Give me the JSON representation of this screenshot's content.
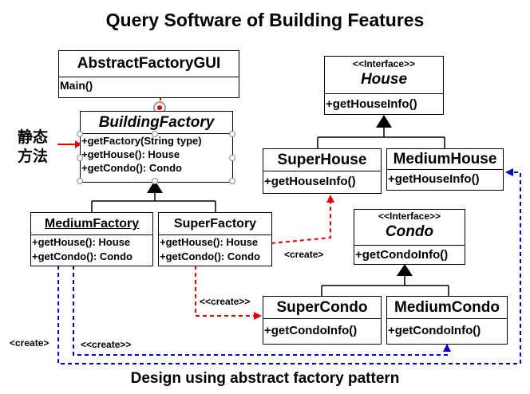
{
  "title": "Query Software of Building Features",
  "caption": "Design using abstract factory pattern",
  "side_note": "静态\n方法",
  "classes": {
    "gui": {
      "name": "AbstractFactoryGUI",
      "methods": [
        "Main()"
      ]
    },
    "building_factory": {
      "name": "BuildingFactory",
      "methods": [
        "+getFactory(String type)",
        "+getHouse(): House",
        "+getCondo(): Condo"
      ]
    },
    "medium_factory": {
      "name": "MediumFactory",
      "methods": [
        "+getHouse(): House",
        "+getCondo(): Condo"
      ]
    },
    "super_factory": {
      "name": "SuperFactory",
      "methods": [
        "+getHouse(): House",
        "+getCondo(): Condo"
      ]
    },
    "house": {
      "stereotype": "<<Interface>>",
      "name": "House",
      "methods": [
        "+getHouseInfo()"
      ]
    },
    "super_house": {
      "name": "SuperHouse",
      "methods": [
        "+getHouseInfo()"
      ]
    },
    "medium_house": {
      "name": "MediumHouse",
      "methods": [
        "+getHouseInfo()"
      ]
    },
    "condo": {
      "stereotype": "<<Interface>>",
      "name": "Condo",
      "methods": [
        "+getCondoInfo()"
      ]
    },
    "super_condo": {
      "name": "SuperCondo",
      "methods": [
        "+getCondoInfo()"
      ]
    },
    "medium_condo": {
      "name": "MediumCondo",
      "methods": [
        "+getCondoInfo()"
      ]
    }
  },
  "labels": {
    "create_super_house": "<create>",
    "create_super_condo": "<<create>>",
    "create_medium_left": "<create>",
    "create_medium_condo": "<<create>>"
  },
  "colors": {
    "red_arrow": "#e00000",
    "blue_arrow": "#0000cc",
    "handle": "#888888"
  }
}
